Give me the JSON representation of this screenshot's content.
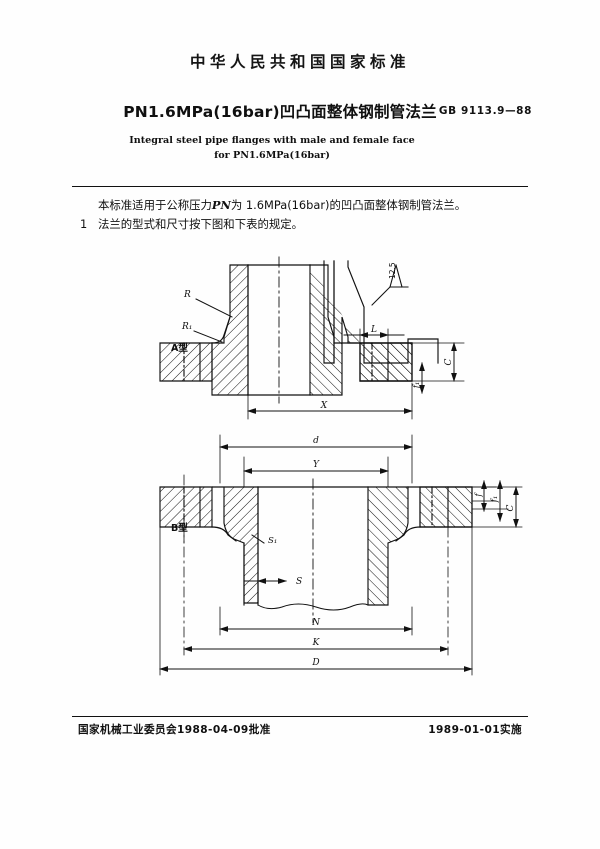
{
  "header": {
    "cn_title": "中华人民共和国国家标准"
  },
  "title": {
    "main": "PN1.6MPa(16bar)凹凸面整体钢制管法兰",
    "standard_number": "GB 9113.9—88",
    "en_line1": "Integral steel pipe flanges with male and female face",
    "en_line2": "for PN1.6MPa(16bar)"
  },
  "body": {
    "scope_prefix": "本标准适用于公称压力",
    "scope_symbol": "PN",
    "scope_suffix": "为 1.6MPa(16bar)的凹凸面整体钢制管法兰。",
    "clause_number": "1",
    "clause_text": "法兰的型式和尺寸按下图和下表的规定。"
  },
  "drawing": {
    "type_a_label": "A型",
    "type_b_label": "B型",
    "surface_finish": "12.5",
    "labels": {
      "R_upper": "R",
      "R_lower": "R₁",
      "X": "X",
      "L": "L",
      "C_a": "C",
      "f1_a": "f₁",
      "d": "d",
      "Y": "Y",
      "S1": "S₁",
      "S": "S",
      "N": "N",
      "K": "K",
      "D": "D",
      "f_b": "f",
      "f1_b": "f₁",
      "C_b": "C"
    }
  },
  "footer": {
    "approval": "国家机械工业委员会1988-04-09批准",
    "implementation": "1989-01-01实施"
  },
  "colors": {
    "ink": "#101010",
    "paper": "#fefefe"
  }
}
